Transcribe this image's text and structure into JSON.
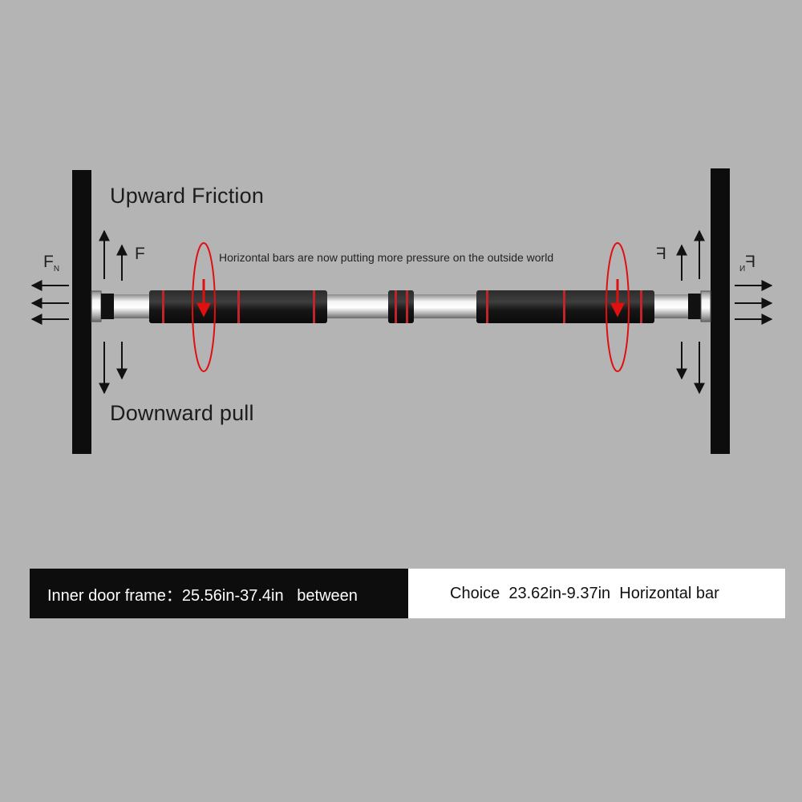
{
  "diagram": {
    "upward_label": "Upward Friction",
    "downward_label": "Downward pull",
    "pressure_note": "Horizontal bars are now putting more pressure on the outside world",
    "friction_symbol": "F",
    "normal_force_symbol": "F",
    "normal_force_subscript": "N"
  },
  "banner": {
    "left_text": "Inner door frame：25.56in-37.4in   between",
    "right_text": "Choice  23.62in-9.37in  Horizontal bar"
  },
  "colors": {
    "background": "#b4b4b4",
    "frame": "#0d0d0d",
    "rotation_arrow": "#e01010",
    "grip_foam": "#1a1a1a",
    "grip_ring": "#c0252b",
    "steel_bar": "#d8d8d8"
  },
  "icons": [
    "force-arrow-icon",
    "rotation-arrow-icon"
  ]
}
